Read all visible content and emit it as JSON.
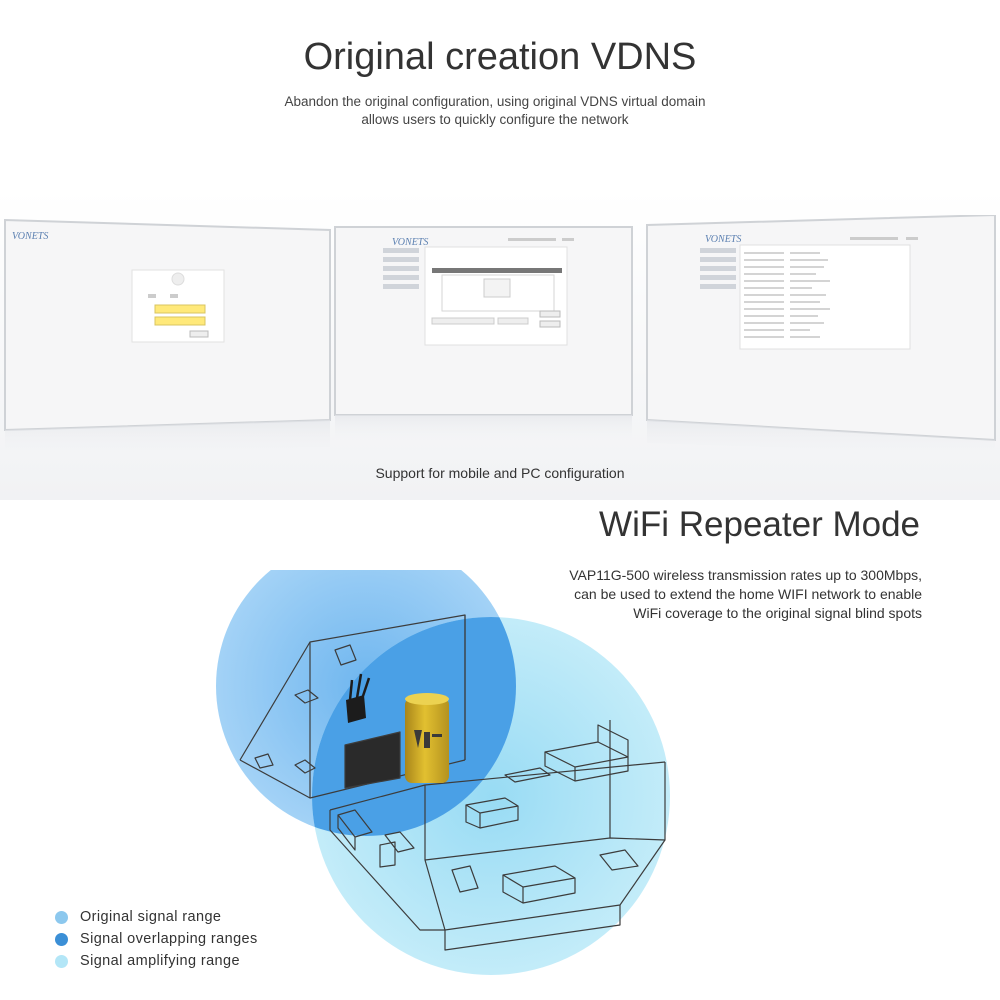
{
  "section_config": {
    "title": "Original creation VDNS",
    "subtitle_line1": "Abandon the original configuration, using original VDNS virtual domain",
    "subtitle_line2": "allows users to quickly configure the network",
    "caption": "Support for mobile and PC configuration",
    "screens": [
      {
        "brand": "VONETS"
      },
      {
        "brand": "VONETS"
      },
      {
        "brand": "VONETS"
      }
    ]
  },
  "section_repeater": {
    "title": "WiFi Repeater Mode",
    "desc_line1": "VAP11G-500 wireless transmission rates up to 300Mbps,",
    "desc_line2": "can be used to extend the home WIFI network to enable",
    "desc_line3": "WiFi coverage to the original signal blind spots"
  },
  "legend": [
    {
      "label": "Original signal range",
      "color": "#8cc8ee"
    },
    {
      "label": "Signal overlapping ranges",
      "color": "#3b8fd6"
    },
    {
      "label": "Signal amplifying range",
      "color": "#b3e6f7"
    }
  ],
  "colors": {
    "original_range": "#7cbdf0",
    "amplified_range": "#a6e2f6",
    "overlap_range": "#4aa0e6",
    "device": "#d4b226"
  },
  "icons": [
    "router-icon",
    "repeater-device-icon"
  ]
}
